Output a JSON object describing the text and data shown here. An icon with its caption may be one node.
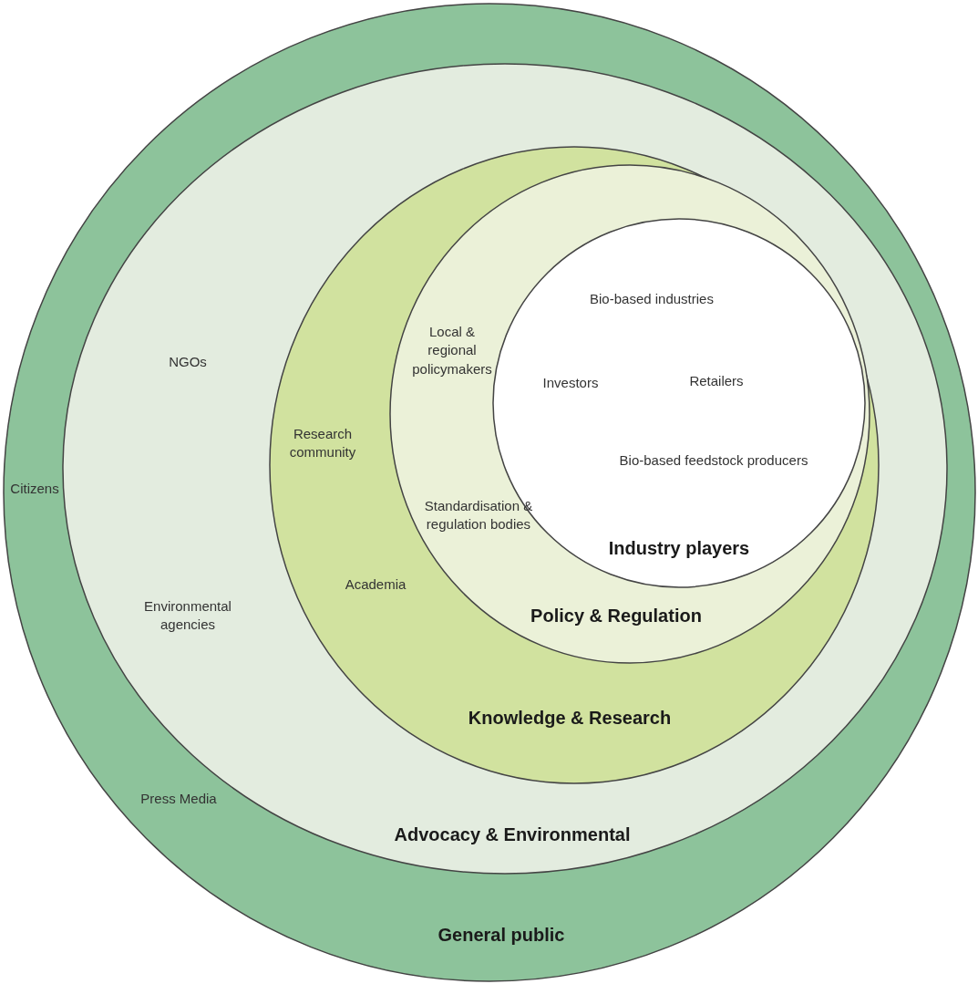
{
  "diagram": {
    "nodes": [
      {
        "text": [
          "Citizens",
          "General public"
        ]
      },
      {
        "text": [
          "NGOs",
          "Environmental agencies",
          "Press Media",
          "Advocacy & Environmental"
        ],
        "in": 0
      },
      {
        "text": [
          "Research community",
          "Academia",
          "Knowledge & Research"
        ],
        "in": 1
      },
      {
        "text": [
          "Local & regional policymakers",
          "Standardisation & regulation bodies",
          "Policy & Regulation"
        ],
        "in": 2
      },
      {
        "text": [
          "Bio-based industries",
          "Investors",
          "Retailers",
          "Bio-based feedstock producers",
          "Industry players"
        ],
        "in": 3
      }
    ]
  }
}
